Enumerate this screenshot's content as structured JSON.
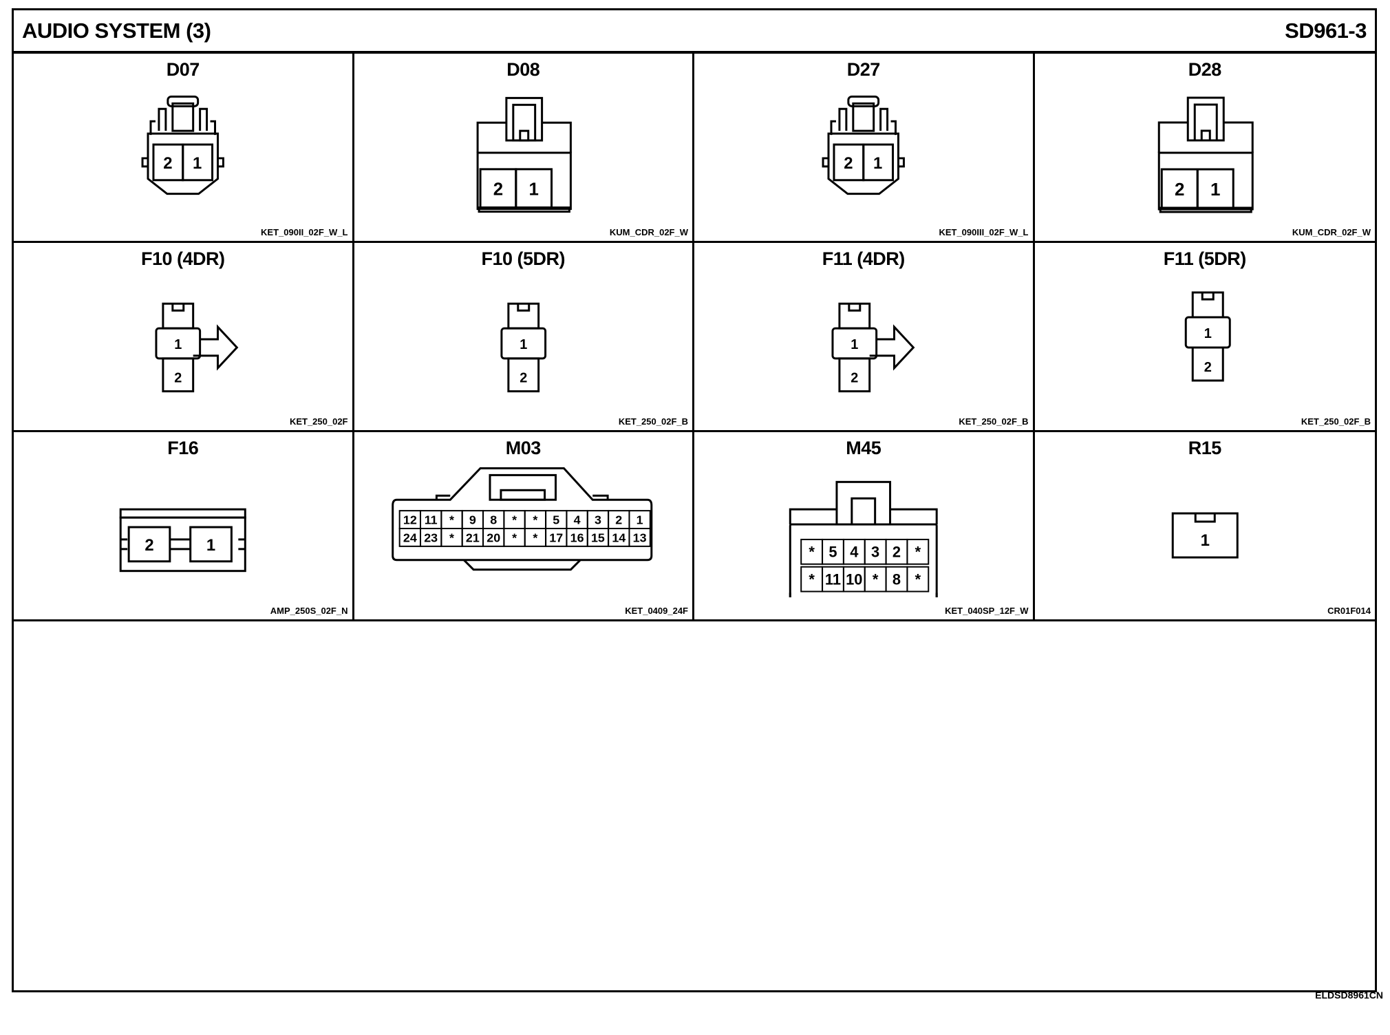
{
  "header": {
    "title": "AUDIO SYSTEM (3)",
    "code": "SD961-3"
  },
  "connectors": [
    {
      "title": "D07",
      "code": "KET_090II_02F_W_L",
      "pins": [
        "2",
        "1"
      ]
    },
    {
      "title": "D08",
      "code": "KUM_CDR_02F_W",
      "pins": [
        "2",
        "1"
      ]
    },
    {
      "title": "D27",
      "code": "KET_090III_02F_W_L",
      "pins": [
        "2",
        "1"
      ]
    },
    {
      "title": "D28",
      "code": "KUM_CDR_02F_W",
      "pins": [
        "2",
        "1"
      ]
    },
    {
      "title": "F10 (4DR)",
      "code": "KET_250_02F",
      "pins": [
        "1",
        "2"
      ]
    },
    {
      "title": "F10 (5DR)",
      "code": "KET_250_02F_B",
      "pins": [
        "1",
        "2"
      ]
    },
    {
      "title": "F11 (4DR)",
      "code": "KET_250_02F_B",
      "pins": [
        "1",
        "2"
      ]
    },
    {
      "title": "F11 (5DR)",
      "code": "KET_250_02F_B",
      "pins": [
        "1",
        "2"
      ]
    },
    {
      "title": "F16",
      "code": "AMP_250S_02F_N",
      "pins": [
        "2",
        "1"
      ]
    },
    {
      "title": "M03",
      "code": "KET_0409_24F",
      "pins_top": [
        "12",
        "11",
        "*",
        "9",
        "8",
        "*",
        "*",
        "5",
        "4",
        "3",
        "2",
        "1"
      ],
      "pins_bottom": [
        "24",
        "23",
        "*",
        "21",
        "20",
        "*",
        "*",
        "17",
        "16",
        "15",
        "14",
        "13"
      ]
    },
    {
      "title": "M45",
      "code": "KET_040SP_12F_W",
      "pins_top": [
        "*",
        "5",
        "4",
        "3",
        "2",
        "*"
      ],
      "pins_bottom": [
        "*",
        "11",
        "10",
        "*",
        "8",
        "*"
      ]
    },
    {
      "title": "R15",
      "code": "CR01F014",
      "pins": [
        "1"
      ]
    }
  ],
  "footer": {
    "code": "ELDSD8961CN"
  }
}
